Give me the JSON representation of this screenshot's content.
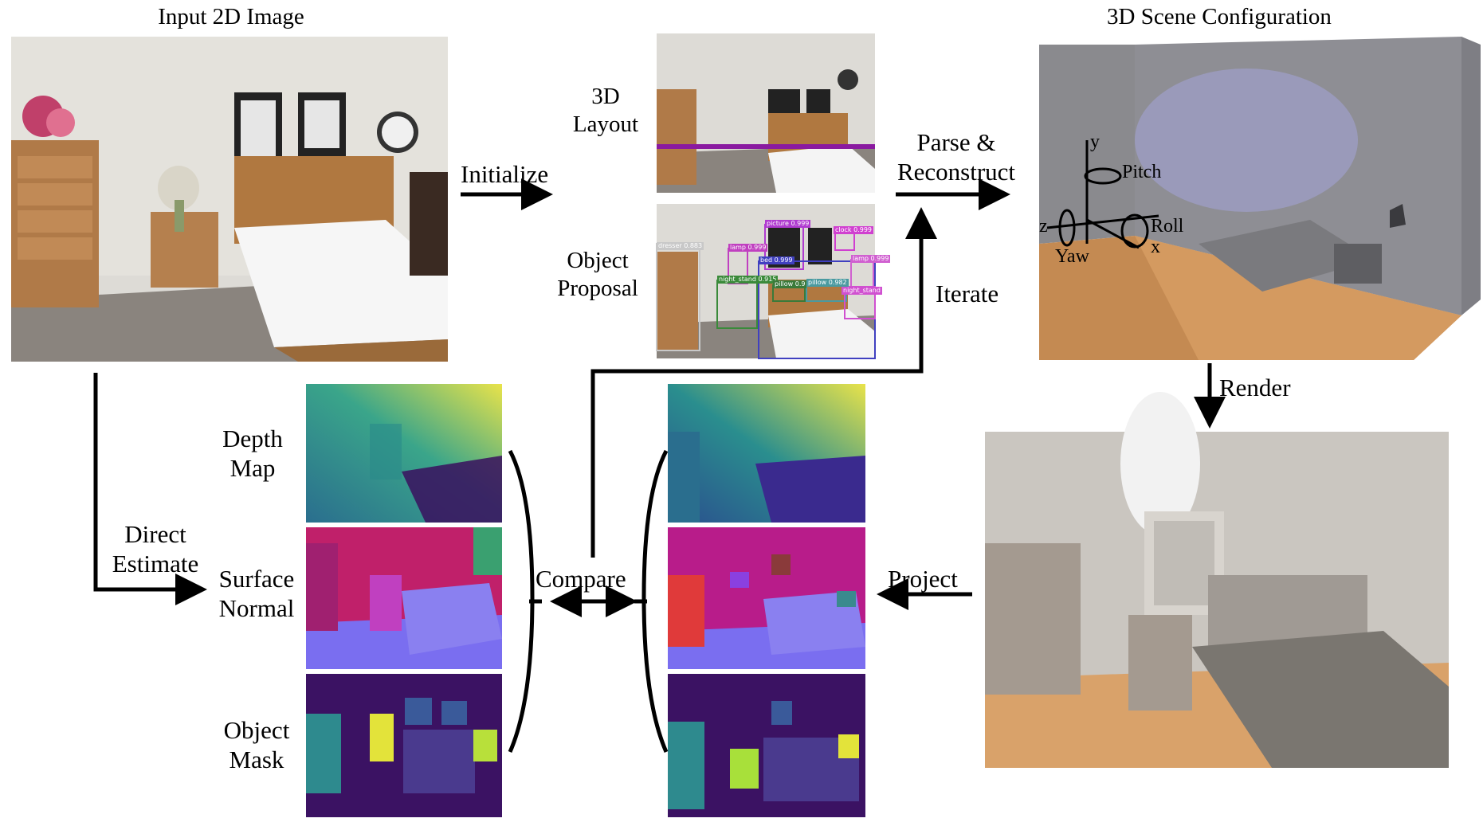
{
  "titles": {
    "input": "Input 2D Image",
    "scene": "3D Scene Configuration"
  },
  "labels": {
    "layout": [
      "3D",
      "Layout"
    ],
    "proposal": [
      "Object",
      "Proposal"
    ],
    "depth": [
      "Depth",
      "Map"
    ],
    "normal": [
      "Surface",
      "Normal"
    ],
    "mask": [
      "Object",
      "Mask"
    ],
    "direct": [
      "Direct",
      "Estimate"
    ]
  },
  "steps": {
    "initialize": "Initialize",
    "parse": [
      "Parse &",
      "Reconstruct"
    ],
    "iterate": "Iterate",
    "render": "Render",
    "project": "Project",
    "compare": "Compare"
  },
  "axes": {
    "y": "y",
    "z": "z",
    "x": "x",
    "pitch": "Pitch",
    "yaw": "Yaw",
    "roll": "Roll"
  },
  "detections": [
    {
      "label": "dresser 0.883",
      "color": "#c8c8c8"
    },
    {
      "label": "picture 0.999",
      "color": "#b03bd0"
    },
    {
      "label": "clock 0.999",
      "color": "#d040d0"
    },
    {
      "label": "lamp 0.999",
      "color": "#c040c0"
    },
    {
      "label": "bed 0.999",
      "color": "#4040c0"
    },
    {
      "label": "lamp 0.999",
      "color": "#d060d0"
    },
    {
      "label": "night_stand 0.915",
      "color": "#3a8a3a"
    },
    {
      "label": "pillow 0.9",
      "color": "#3a7a3a"
    },
    {
      "label": "pillow 0.982",
      "color": "#4a9aa0"
    },
    {
      "label": "night_stand",
      "color": "#d050d0"
    }
  ],
  "colors": {
    "arrow": "#000000",
    "layout_line": "#8a1aa0",
    "depth_near": "#3a0f5e",
    "depth_far": "#f2e33a"
  }
}
